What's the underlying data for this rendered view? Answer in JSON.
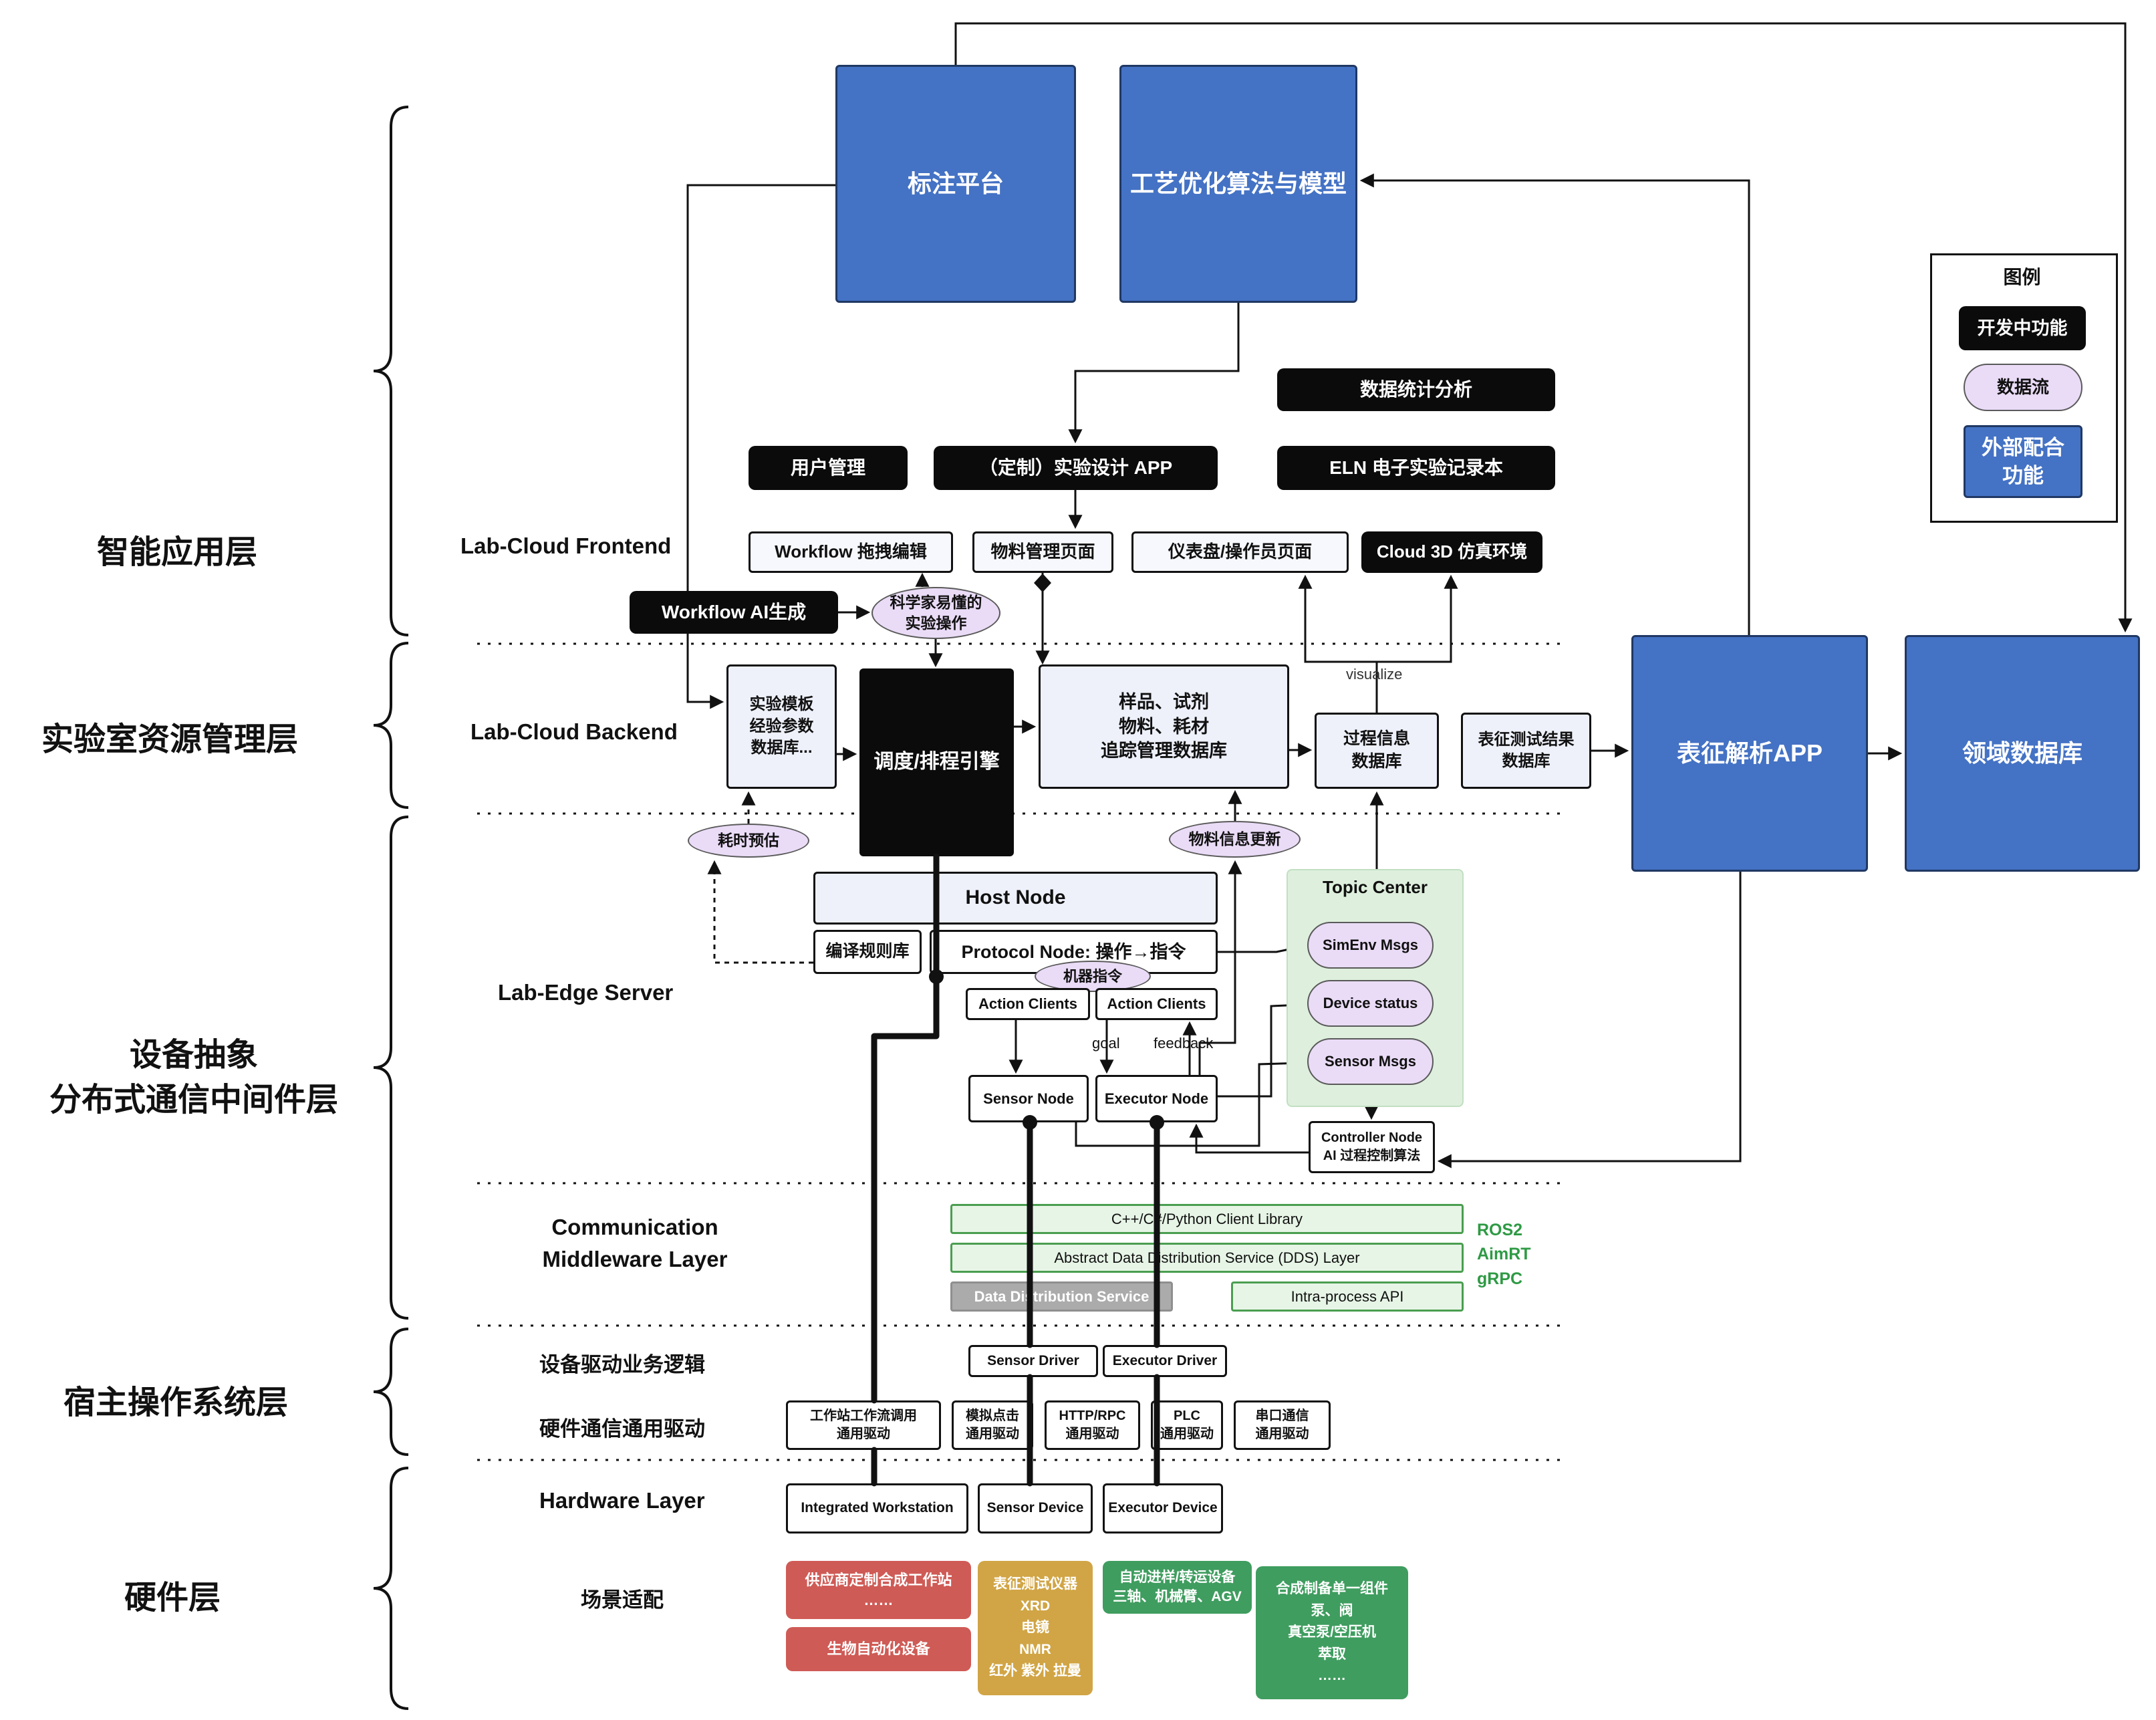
{
  "layers": {
    "app": "智能应用层",
    "resource": "实验室资源管理层",
    "abstraction1": "设备抽象",
    "abstraction2": "分布式通信中间件层",
    "host_os": "宿主操作系统层",
    "hardware": "硬件层"
  },
  "sections": {
    "frontend": "Lab-Cloud Frontend",
    "backend": "Lab-Cloud Backend",
    "edge": "Lab-Edge Server",
    "comm": "Communication\nMiddleware Layer",
    "driver_logic": "设备驱动业务逻辑",
    "hw_driver": "硬件通信通用驱动",
    "hw_layer": "Hardware Layer",
    "scene": "场景适配"
  },
  "legend": {
    "title": "图例",
    "dev": "开发中功能",
    "flow": "数据流",
    "external": "外部配合\n功能"
  },
  "top": {
    "annotation": "标注平台",
    "optimization": "工艺优化算法与模型"
  },
  "apps": {
    "stats": "数据统计分析",
    "user": "用户管理",
    "custom": "（定制）实验设计 APP",
    "eln": "ELN 电子实验记录本"
  },
  "frontend": {
    "workflow_edit": "Workflow 拖拽编辑",
    "material_page": "物料管理页面",
    "dashboard": "仪表盘/操作员页面",
    "cloud3d": "Cloud 3D 仿真环境",
    "workflow_ai": "Workflow AI生成",
    "scientist_ops": "科学家易懂的\n实验操作"
  },
  "backend": {
    "template_db": "实验模板\n经验参数\n数据库...",
    "scheduler": "调度/排程引擎",
    "sample_db": "样品、试剂\n物料、耗材\n追踪管理数据库",
    "process_db": "过程信息\n数据库",
    "char_db": "表征测试结果\n数据库",
    "char_app": "表征解析APP",
    "domain_db": "领域数据库",
    "visualize": "visualize",
    "time_estimate": "耗时预估",
    "material_update": "物料信息更新"
  },
  "edge": {
    "host": "Host Node",
    "rules": "编译规则库",
    "protocol": "Protocol Node: 操作→指令",
    "machine_cmd": "机器指令",
    "action_clients": "Action Clients",
    "goal": "goal",
    "feedback": "feedback",
    "sensor_node": "Sensor Node",
    "executor_node": "Executor Node",
    "topic_center": "Topic Center",
    "simenv": "SimEnv Msgs",
    "device_status": "Device status",
    "sensor_msgs": "Sensor Msgs",
    "controller": "Controller Node\nAI 过程控制算法"
  },
  "middleware": {
    "client_lib": "C++/C#/Python Client Library",
    "dds_abstract": "Abstract Data Distribution Service (DDS) Layer",
    "dds_service": "Data Distribution Service",
    "intra_api": "Intra-process API",
    "stack": "ROS2\nAimRT\ngRPC"
  },
  "drivers": {
    "sensor": "Sensor Driver",
    "executor": "Executor Driver",
    "workstation": "工作站工作流调用\n通用驱动",
    "sim_click": "模拟点击\n通用驱动",
    "http_rpc": "HTTP/RPC\n通用驱动",
    "plc": "PLC\n通用驱动",
    "serial": "串口通信\n通用驱动"
  },
  "hardware": {
    "workstation": "Integrated Workstation",
    "sensor": "Sensor Device",
    "executor": "Executor Device"
  },
  "scenarios": {
    "vendor_ws": "供应商定制合成工作站\n……",
    "bio": "生物自动化设备",
    "characterization": "表征测试仪器\nXRD\n电镜\nNMR\n红外 紫外 拉曼",
    "transport": "自动进样/转运设备\n三轴、机械臂、AGV",
    "synthesis": "合成制备单一组件\n泵、阀\n真空泵/空压机\n萃取\n……"
  },
  "colors": {
    "blue": "#4472c4",
    "black": "#0b0b0b",
    "purple": "#eadcf7",
    "green_panel": "#def0dd",
    "red": "#cf5b56",
    "yellow": "#d1a545",
    "green": "#3f9d5f"
  }
}
